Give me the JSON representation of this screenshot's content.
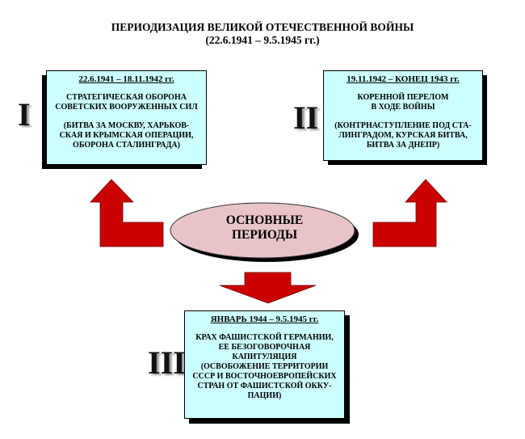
{
  "title": {
    "line1": "ПЕРИОДИЗАЦИЯ ВЕЛИКОЙ ОТЕЧЕСТВЕННОЙ ВОЙНЫ",
    "line2": "(22.6.1941 – 9.5.1945 гг.)"
  },
  "center": {
    "line1": "ОСНОВНЫЕ",
    "line2": "ПЕРИОДЫ"
  },
  "periods": [
    {
      "numeral": "I",
      "date": "22.6.1941 – 18.11.1942 гг.",
      "main": [
        "СТРАТЕГИЧЕСКАЯ ОБОРОНА",
        "СОВЕТСКИХ ВООРУЖЕННЫХ СИЛ"
      ],
      "details": [
        "(БИТВА ЗА МОСКВУ, ХАРЬКОВ-",
        "СКАЯ И КРЫМСКАЯ ОПЕРАЦИИ,",
        "ОБОРОНА СТАЛИНГРАДА)"
      ]
    },
    {
      "numeral": "II",
      "date": "19.11.1942 – КОНЕЦ 1943 гг.",
      "main": [
        "КОРЕННОЙ ПЕРЕЛОМ",
        "В ХОДЕ ВОЙНЫ"
      ],
      "details": [
        "(КОНТРНАСТУПЛЕНИЕ ПОД СТА-",
        "ЛИНГРАДОМ, КУРСКАЯ БИТВА,",
        "БИТВА ЗА ДНЕПР)"
      ]
    },
    {
      "numeral": "III",
      "date": "ЯНВАРЬ 1944 – 9.5.1945 гг.",
      "main": [
        "КРАХ ФАШИСТСКОЙ ГЕРМАНИИ,",
        "ЕЕ БЕЗОГОВОРОЧНАЯ",
        "КАПИТУЛЯЦИЯ"
      ],
      "details": [
        "(ОСВОБОЖЕНИЕ ТЕРРИТОРИИ",
        "СССР И ВОСТОЧНОЕВРОПЕЙСКИХ",
        "СТРАН ОТ ФАШИСТСКОЙ ОККУ-",
        "ПАЦИИ)"
      ]
    }
  ],
  "colors": {
    "arrow": "#cc0000",
    "box": "#ccffff",
    "oval": "#e8c4c8"
  }
}
